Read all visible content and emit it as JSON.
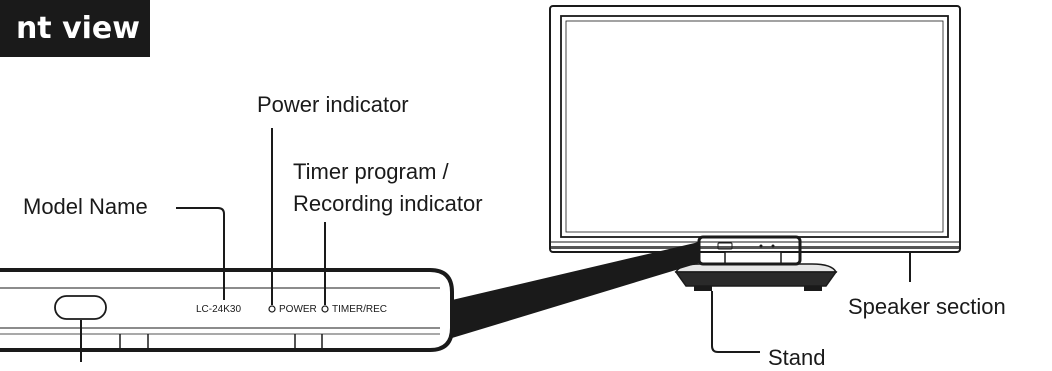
{
  "section_title": "nt view",
  "labels": {
    "power_indicator": "Power indicator",
    "timer_line1": "Timer program /",
    "timer_line2": "Recording indicator",
    "model_name": "Model Name",
    "speaker_section": "Speaker section",
    "stand": "Stand"
  },
  "panel_text": {
    "model": "LC-24K30",
    "power": "POWER",
    "timer_rec": "TIMER/REC"
  }
}
